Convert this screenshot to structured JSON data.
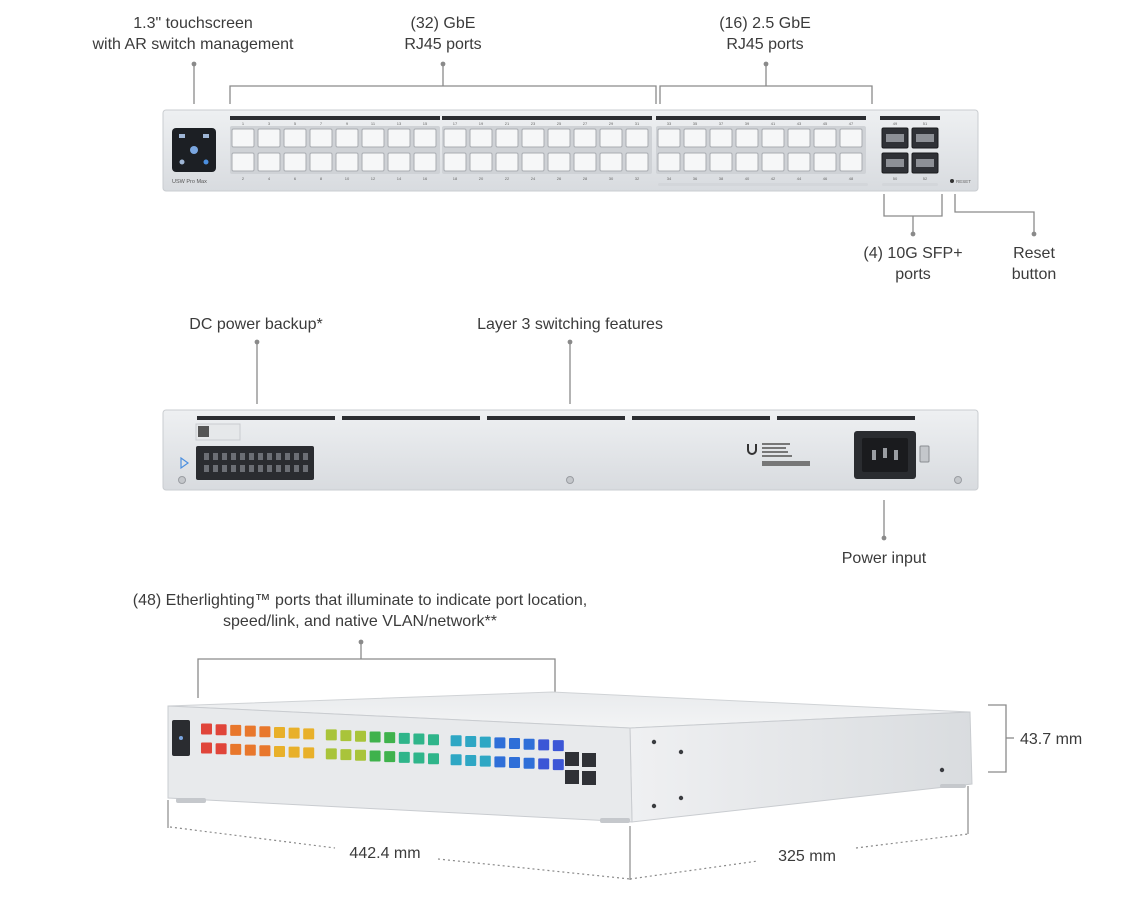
{
  "front_view": {
    "touchscreen_label": "1.3\" touchscreen\nwith AR switch management",
    "gbe_ports_label": "(32) GbE\nRJ45 ports",
    "mgig_ports_label": "(16) 2.5 GbE\nRJ45 ports",
    "sfp_ports_label": "(4) 10G SFP+\nports",
    "reset_label": "Reset\nbutton",
    "model_text": "USW Pro Max",
    "reset_text": "RESET",
    "top_port_numbers": [
      "1",
      "3",
      "5",
      "7",
      "9",
      "11",
      "13",
      "15",
      "17",
      "19",
      "21",
      "23",
      "25",
      "27",
      "29",
      "31",
      "33",
      "35",
      "37",
      "39",
      "41",
      "43",
      "45",
      "47"
    ],
    "bottom_port_numbers": [
      "2",
      "4",
      "6",
      "8",
      "10",
      "12",
      "14",
      "16",
      "18",
      "20",
      "22",
      "24",
      "26",
      "28",
      "30",
      "32",
      "34",
      "36",
      "38",
      "40",
      "42",
      "44",
      "46",
      "48"
    ],
    "sfp_numbers": [
      "49",
      "51",
      "50",
      "52"
    ]
  },
  "rear_view": {
    "dc_label": "DC power backup*",
    "l3_label": "Layer 3 switching features",
    "power_label": "Power input"
  },
  "angled_view": {
    "etherlighting_label": "(48) Etherlighting™ ports that illuminate to indicate port location,\nspeed/link, and native VLAN/network**",
    "width_label": "442.4 mm",
    "depth_label": "325 mm",
    "height_label": "43.7 mm",
    "port_colors": [
      "#e0453a",
      "#e8772c",
      "#e8b02a",
      "#a9c43a",
      "#3fb24c",
      "#2fb58a",
      "#2ea7c4",
      "#2f6fd8",
      "#3c56d6"
    ]
  }
}
